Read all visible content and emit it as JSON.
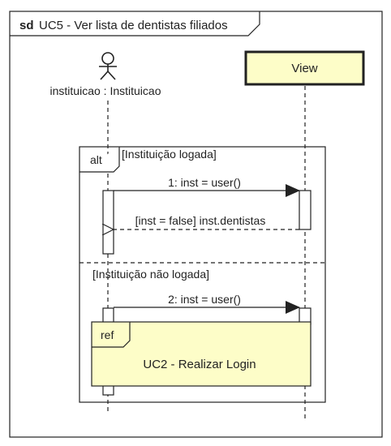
{
  "frame": {
    "keyword": "sd",
    "title": "UC5 - Ver lista de dentistas filiados"
  },
  "lifelines": {
    "actor_label": "instituicao : Instituicao",
    "view_label": "View"
  },
  "alt_fragment": {
    "operator": "alt",
    "guard_1": "[Instituição logada]",
    "guard_2": "[Instituição não logada]"
  },
  "messages": {
    "call_1": "1: inst = user()",
    "return_1": "[inst = false] inst.dentistas",
    "call_2": "2: inst = user()"
  },
  "ref_fragment": {
    "operator": "ref",
    "label": "UC2 - Realizar Login"
  },
  "colors": {
    "note_fill": "#fdfdc8",
    "line": "#222222"
  }
}
